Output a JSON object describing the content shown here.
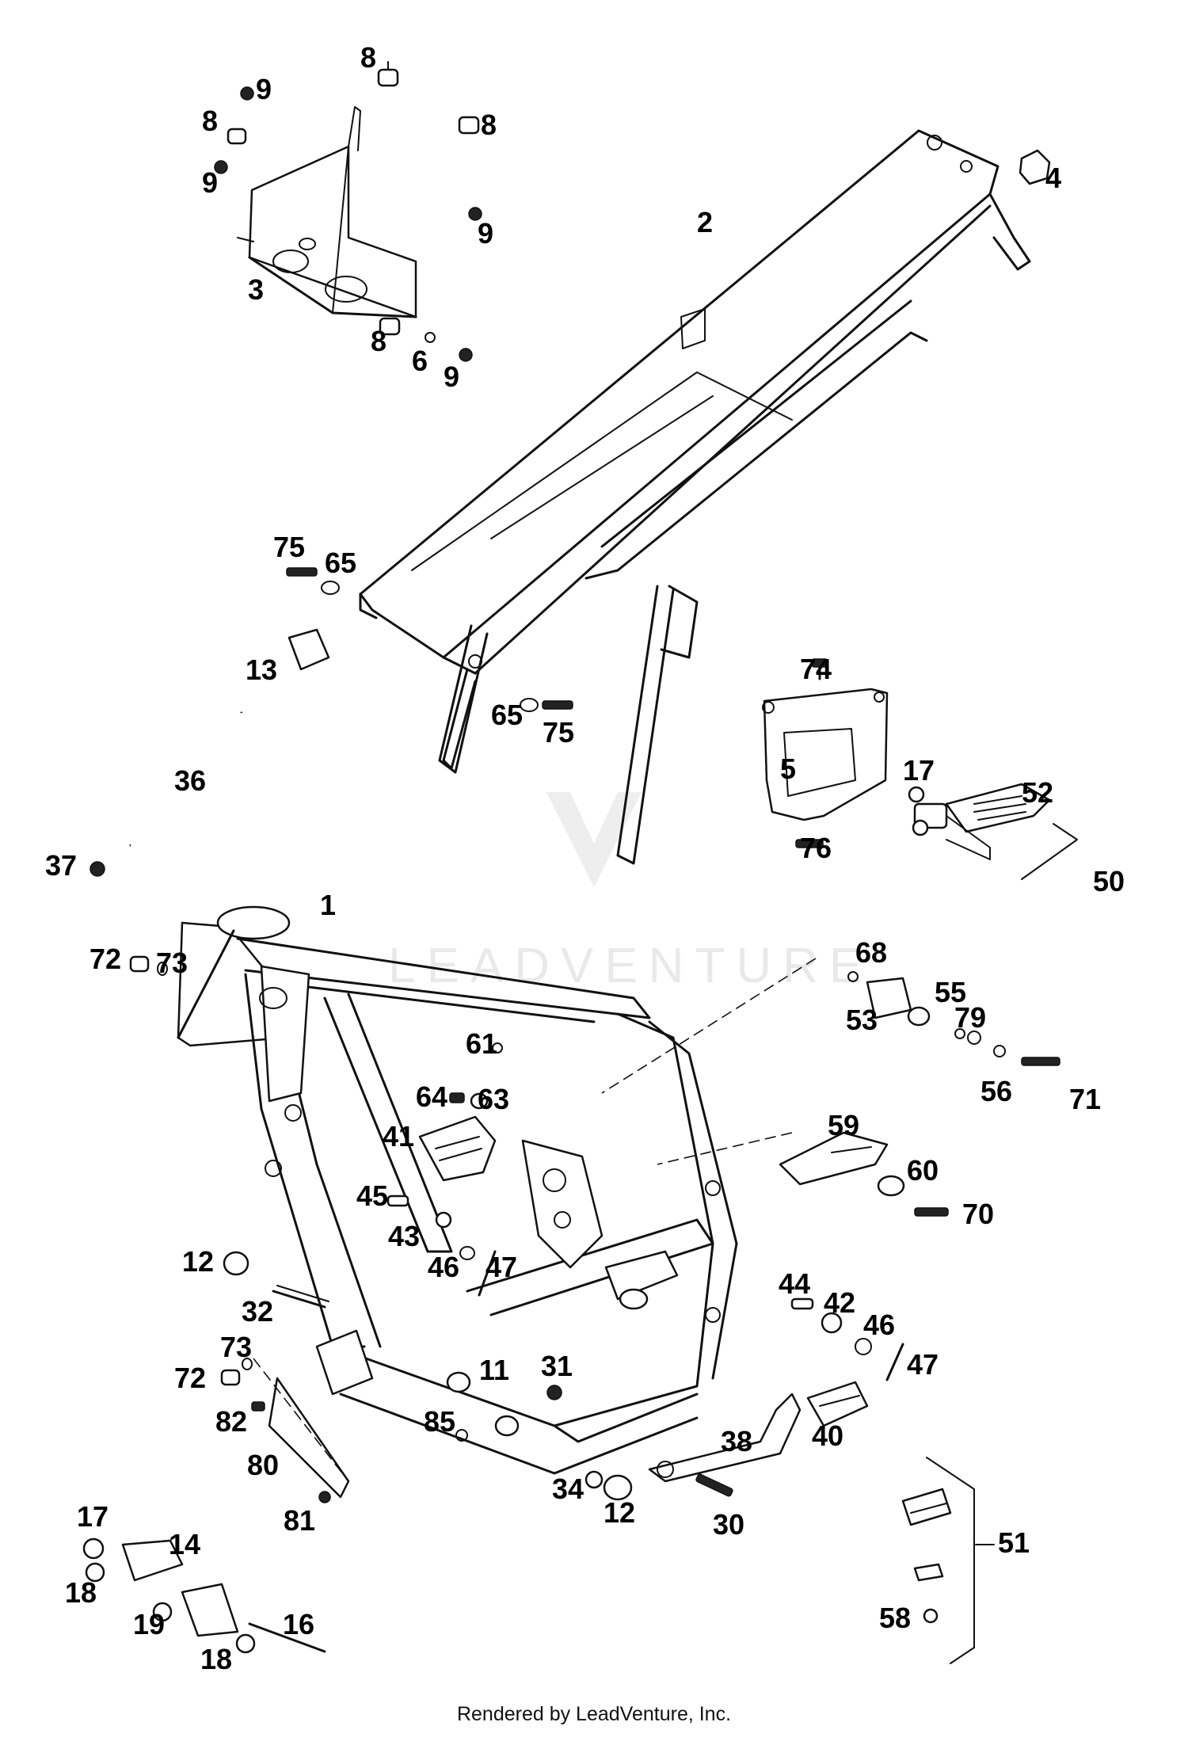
{
  "diagram": {
    "callouts": {
      "c8a": "8",
      "c9a": "9",
      "c8b": "8",
      "c8c": "8",
      "c9b": "9",
      "c9c": "9",
      "c3": "3",
      "c8d": "8",
      "c6": "6",
      "c9d": "9",
      "c2": "2",
      "c4": "4",
      "c75a": "75",
      "c65a": "65",
      "c13": "13",
      "c65b": "65",
      "c75b": "75",
      "c74": "74",
      "c5": "5",
      "c17a": "17",
      "c52": "52",
      "c76": "76",
      "c50": "50",
      "c36": "36",
      "c37": "37",
      "c1": "1",
      "c72a": "72",
      "c73a": "73",
      "c68": "68",
      "c55": "55",
      "c53": "53",
      "c79": "79",
      "c56": "56",
      "c71": "71",
      "c61": "61",
      "c64": "64",
      "c63": "63",
      "c41": "41",
      "c59": "59",
      "c60": "60",
      "c45": "45",
      "c70": "70",
      "c43": "43",
      "c46a": "46",
      "c47a": "47",
      "c12a": "12",
      "c32": "32",
      "c44": "44",
      "c42": "42",
      "c46b": "46",
      "c47b": "47",
      "c73b": "73",
      "c72b": "72",
      "c11": "11",
      "c31": "31",
      "c82": "82",
      "c85": "85",
      "c38": "38",
      "c40": "40",
      "c80": "80",
      "c34": "34",
      "c12b": "12",
      "c30": "30",
      "c81": "81",
      "c17b": "17",
      "c14": "14",
      "c51": "51",
      "c18a": "18",
      "c19": "19",
      "c16": "16",
      "c58": "58",
      "c18b": "18"
    },
    "watermark": "LEADVENTURE"
  },
  "footer": {
    "credit": "Rendered by LeadVenture, Inc."
  }
}
